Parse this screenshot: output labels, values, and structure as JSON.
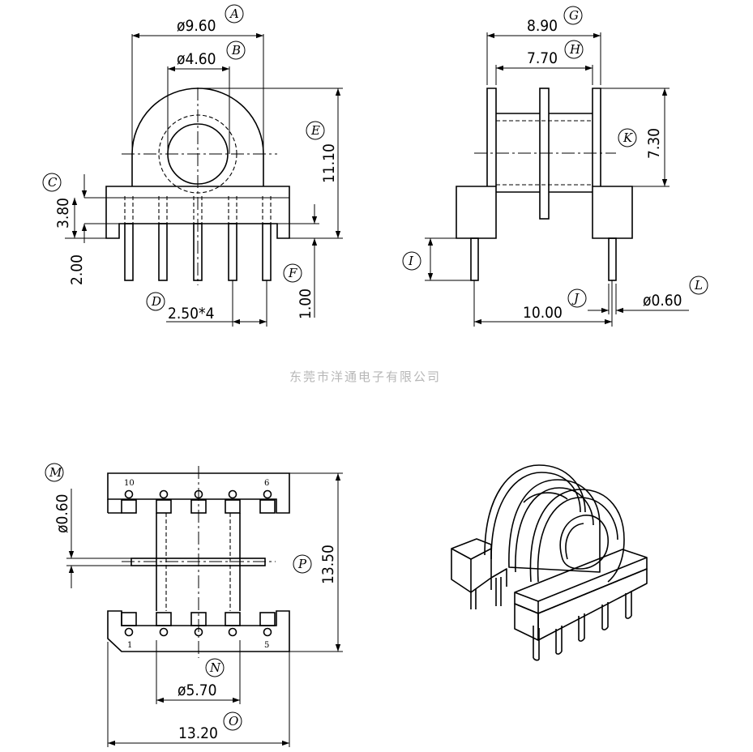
{
  "company": "东莞市洋通电子有限公司",
  "dimensions": {
    "A": "ø9.60",
    "B": "ø4.60",
    "C": "3.80",
    "C2": "2.00",
    "D": "2.50*4",
    "E": "11.10",
    "F": "1.00",
    "G": "8.90",
    "H": "7.70",
    "K": "7.30",
    "J": "10.00",
    "L": "ø0.60",
    "M": "ø0.60",
    "P": "13.50",
    "N": "ø5.70",
    "O": "13.20"
  },
  "tags": {
    "A": "A",
    "B": "B",
    "C": "C",
    "D": "D",
    "E": "E",
    "F": "F",
    "G": "G",
    "H": "H",
    "I": "I",
    "J": "J",
    "K": "K",
    "L": "L",
    "M": "M",
    "N": "N",
    "O": "O",
    "P": "P"
  },
  "pins": {
    "p10": "10",
    "p6": "6",
    "p1": "1",
    "p5": "5"
  }
}
